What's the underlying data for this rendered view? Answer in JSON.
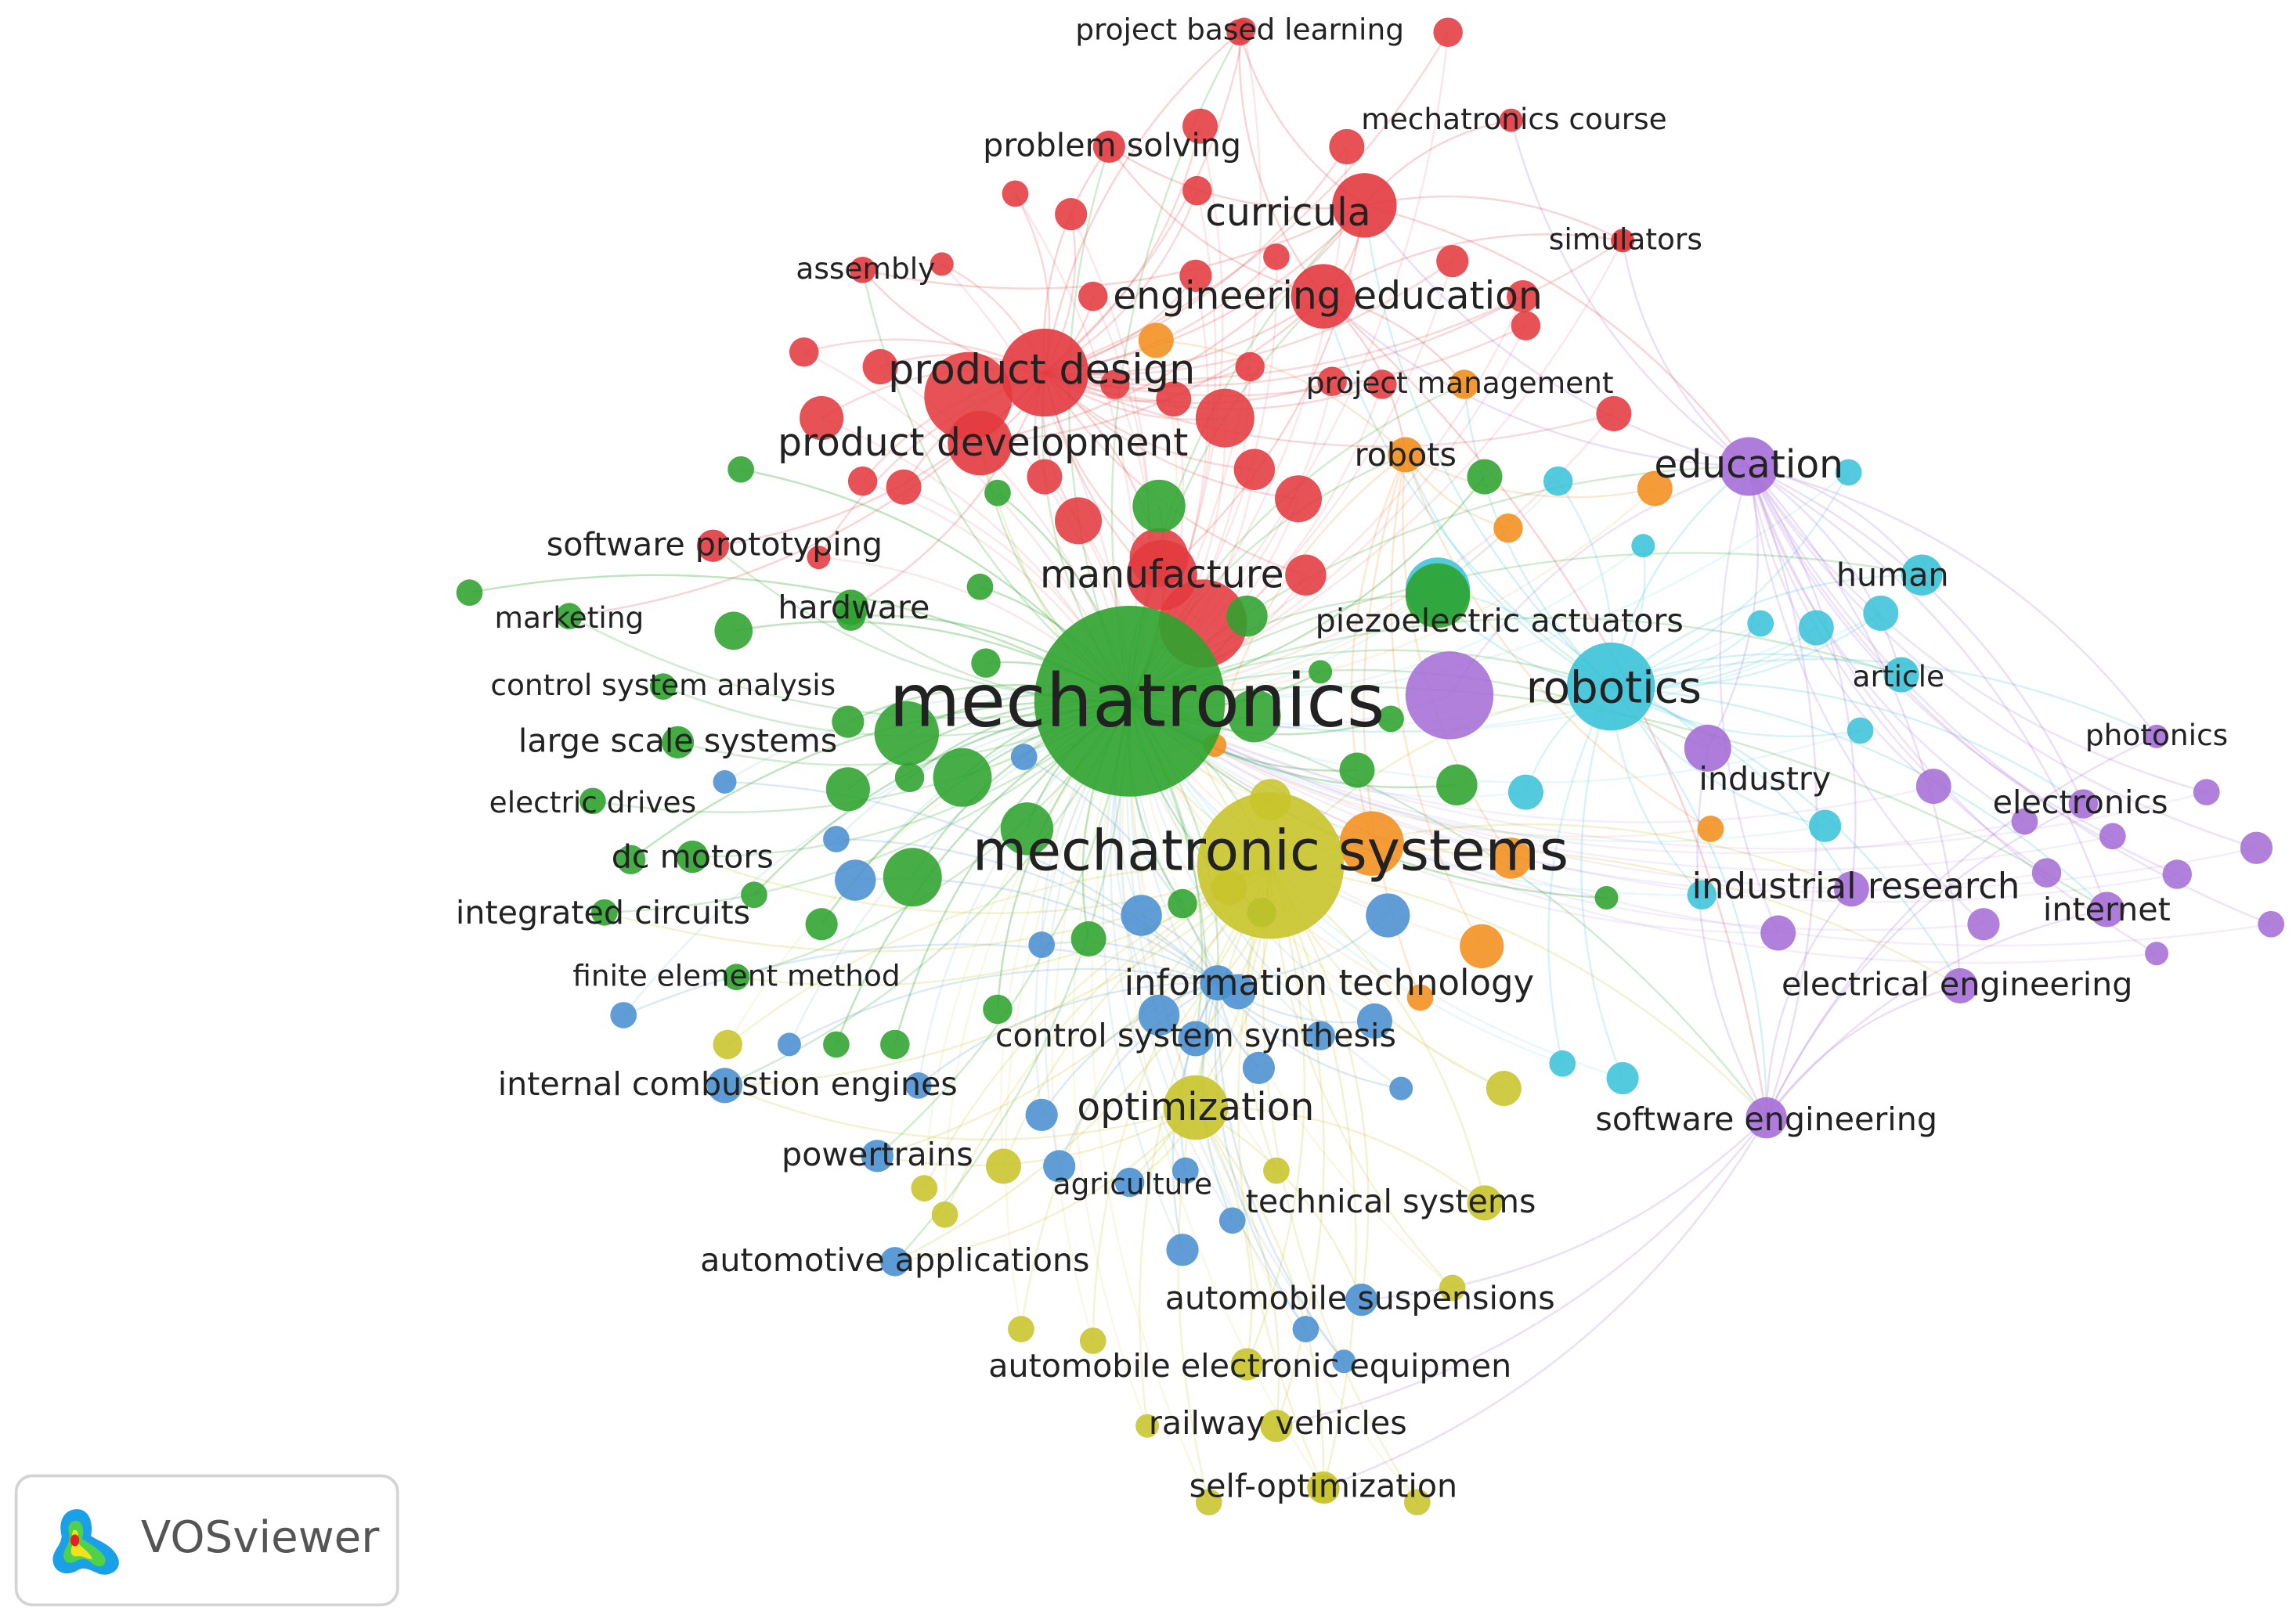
{
  "logo": {
    "text": "VOSviewer",
    "icon": "vosviewer-logo-icon"
  },
  "colors": {
    "red": "#e23a3f",
    "green": "#2da32d",
    "blue": "#4a90d0",
    "yellow": "#c8c42a",
    "purple": "#a56ed6",
    "cyan": "#3bc3d8",
    "orange": "#f28e1c"
  },
  "nodes": [
    {
      "id": "mechatronics",
      "label": "mechatronics",
      "cluster": "green",
      "size": 3
    },
    {
      "id": "mechatronic_systems",
      "label": "mechatronic systems",
      "cluster": "yellow",
      "size": 3
    },
    {
      "id": "robotics",
      "label": "robotics",
      "cluster": "cyan",
      "size": 2
    },
    {
      "id": "product_design",
      "label": "product design",
      "cluster": "red",
      "size": 2
    },
    {
      "id": "product_development",
      "label": "product development",
      "cluster": "red",
      "size": 2
    },
    {
      "id": "manufacture",
      "label": "manufacture",
      "cluster": "red",
      "size": 2
    },
    {
      "id": "engineering_education",
      "label": "engineering education",
      "cluster": "red",
      "size": 2
    },
    {
      "id": "curricula",
      "label": "curricula",
      "cluster": "red",
      "size": 2
    },
    {
      "id": "education",
      "label": "education",
      "cluster": "purple",
      "size": 2
    },
    {
      "id": "optimization",
      "label": "optimization",
      "cluster": "yellow",
      "size": 2
    },
    {
      "id": "information_technology",
      "label": "information technology",
      "cluster": "blue",
      "size": 1
    },
    {
      "id": "project_based_learning",
      "label": "project based learning",
      "cluster": "red",
      "size": 1
    },
    {
      "id": "mechatronics_course",
      "label": "mechatronics course",
      "cluster": "red",
      "size": 1
    },
    {
      "id": "problem_solving",
      "label": "problem solving",
      "cluster": "red",
      "size": 1
    },
    {
      "id": "simulators",
      "label": "simulators",
      "cluster": "red",
      "size": 1
    },
    {
      "id": "assembly",
      "label": "assembly",
      "cluster": "red",
      "size": 1
    },
    {
      "id": "project_management",
      "label": "project management",
      "cluster": "orange",
      "size": 1
    },
    {
      "id": "robots",
      "label": "robots",
      "cluster": "orange",
      "size": 1
    },
    {
      "id": "software_prototyping",
      "label": "software prototyping",
      "cluster": "red",
      "size": 1
    },
    {
      "id": "marketing",
      "label": "marketing",
      "cluster": "green",
      "size": 1
    },
    {
      "id": "hardware",
      "label": "hardware",
      "cluster": "green",
      "size": 1
    },
    {
      "id": "piezoelectric_actuators",
      "label": "piezoelectric actuators",
      "cluster": "green",
      "size": 1
    },
    {
      "id": "human",
      "label": "human",
      "cluster": "cyan",
      "size": 1
    },
    {
      "id": "article",
      "label": "article",
      "cluster": "cyan",
      "size": 1
    },
    {
      "id": "control_system_analysis",
      "label": "control system analysis",
      "cluster": "green",
      "size": 1
    },
    {
      "id": "large_scale_systems",
      "label": "large scale systems",
      "cluster": "green",
      "size": 1
    },
    {
      "id": "photonics",
      "label": "photonics",
      "cluster": "purple",
      "size": 1
    },
    {
      "id": "industry",
      "label": "industry",
      "cluster": "purple",
      "size": 1
    },
    {
      "id": "electronics",
      "label": "electronics",
      "cluster": "purple",
      "size": 1
    },
    {
      "id": "electric_drives",
      "label": "electric drives",
      "cluster": "green",
      "size": 1
    },
    {
      "id": "dc_motors",
      "label": "dc motors",
      "cluster": "green",
      "size": 1
    },
    {
      "id": "industrial_research",
      "label": "industrial research",
      "cluster": "purple",
      "size": 1
    },
    {
      "id": "integrated_circuits",
      "label": "integrated circuits",
      "cluster": "green",
      "size": 1
    },
    {
      "id": "internet",
      "label": "internet",
      "cluster": "purple",
      "size": 1
    },
    {
      "id": "finite_element_method",
      "label": "finite element method",
      "cluster": "green",
      "size": 1
    },
    {
      "id": "electrical_engineering",
      "label": "electrical engineering",
      "cluster": "purple",
      "size": 1
    },
    {
      "id": "control_system_synthesis",
      "label": "control system synthesis",
      "cluster": "blue",
      "size": 1
    },
    {
      "id": "internal_combustion_engines",
      "label": "internal combustion engines",
      "cluster": "blue",
      "size": 1
    },
    {
      "id": "software_engineering",
      "label": "software engineering",
      "cluster": "purple",
      "size": 1
    },
    {
      "id": "powertrains",
      "label": "powertrains",
      "cluster": "blue",
      "size": 1
    },
    {
      "id": "agriculture",
      "label": "agriculture",
      "cluster": "blue",
      "size": 1
    },
    {
      "id": "technical_systems",
      "label": "technical systems",
      "cluster": "yellow",
      "size": 1
    },
    {
      "id": "automotive_applications",
      "label": "automotive applications",
      "cluster": "blue",
      "size": 1
    },
    {
      "id": "automobile_suspensions",
      "label": "automobile suspensions",
      "cluster": "blue",
      "size": 1
    },
    {
      "id": "automobile_electronic_equipmen",
      "label": "automobile electronic equipmen",
      "cluster": "yellow",
      "size": 1
    },
    {
      "id": "railway_vehicles",
      "label": "railway vehicles",
      "cluster": "yellow",
      "size": 1
    },
    {
      "id": "self_optimization",
      "label": "self-optimization",
      "cluster": "yellow",
      "size": 1
    }
  ]
}
